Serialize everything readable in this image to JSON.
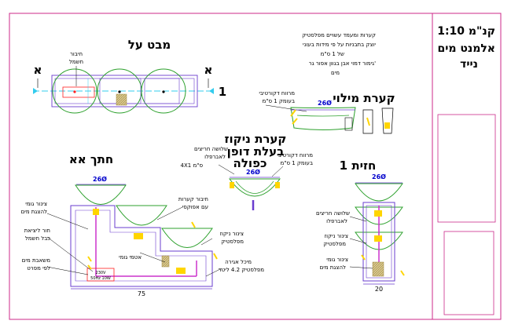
{
  "title_block": {
    "line1": "קנ\"מ 1:10",
    "line2": "אלמנט מים",
    "line3": "נייד"
  },
  "notes": {
    "line1": "קערות ומעמד עשויים מפלסטיק",
    "line2": "יוצק בתבניות על פי מידות בעוני",
    "line3": "של 1 ס\"מ",
    "line4": "גימור דמוי אבן בגוון אפור גר'",
    "line5": "מים"
  },
  "plan": {
    "title": "מבט על",
    "section_mark_left": "א",
    "section_mark_right": "א",
    "elevation_mark": "1",
    "pump_label_1": "חיבור",
    "pump_label_2": "חשמל"
  },
  "bowl_detail": {
    "title": "קערת מילוי",
    "note_1": "מרווח דקורטיבי",
    "note_2": "בעומק 1 ס\"מ",
    "dim": "26Ø"
  },
  "drain_bowl": {
    "title_1": "קערת ניקוז",
    "title_2": "בעלת דופן",
    "title_3": "כפולה",
    "left_note_1": "שלושה חריצים",
    "left_note_2": "לאברפלו",
    "left_note_3": "4X1 ס\"מ",
    "right_note_1": "מרווח דקורטיבי",
    "right_note_2": "בעומק 1 ס\"מ",
    "dim": "26Ø"
  },
  "section": {
    "title": "חתך אא",
    "dim_top": "26Ø",
    "dim_bottom": "75",
    "label_rubber_pipe_1": "צינור גומי",
    "label_rubber_pipe_2": "להצגת מים",
    "label_overflow_1": "חור ליציאת",
    "label_overflow_2": "כבל חשמל",
    "label_pump_1": "משאבת מים",
    "label_pump_2": "לפי מפרט",
    "label_bowls_1": "חיבור קערות",
    "label_bowls_2": "עם אפוקסי",
    "label_pipe_1": "צינור ניקוז",
    "label_pipe_2": "מפלסטיק",
    "label_epoxy": "אטמי גומי",
    "label_tank_1": "מיכל אגירה",
    "label_tank_2": "מפלסטיק 4.2 ליטר",
    "pump_box_1": "230V",
    "pump_box_2": "50Hz 10W"
  },
  "elevation": {
    "title": "חזית 1",
    "dim_top": "26Ø",
    "dim_bottom": "20",
    "label_slots_1": "שלושה חריצים",
    "label_slots_2": "לאברפלו",
    "label_pipe_1": "צינור ניקוז",
    "label_pipe_2": "מפלסטיק",
    "label_rubber_1": "צינור גומי",
    "label_rubber_2": "להצגת מים"
  }
}
